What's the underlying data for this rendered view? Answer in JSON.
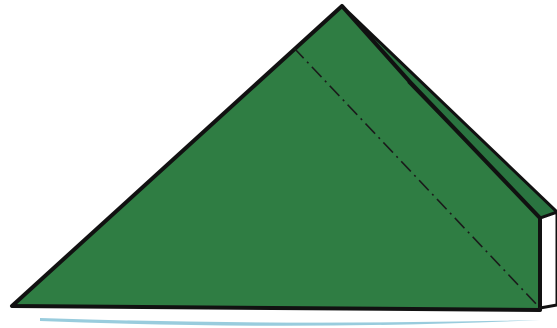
{
  "diagram": {
    "subject": "origami-fold-step",
    "colors": {
      "paper": "#2f7d43",
      "paper_back_edge": "#2a7440",
      "outline": "#111111",
      "fold_line": "#1a1a1a",
      "back_paper": "#ffffff",
      "ground_shadow": "#8ec6d9"
    },
    "fold_line_style": "dash-dot",
    "fold_type": "valley-fold-guide"
  }
}
